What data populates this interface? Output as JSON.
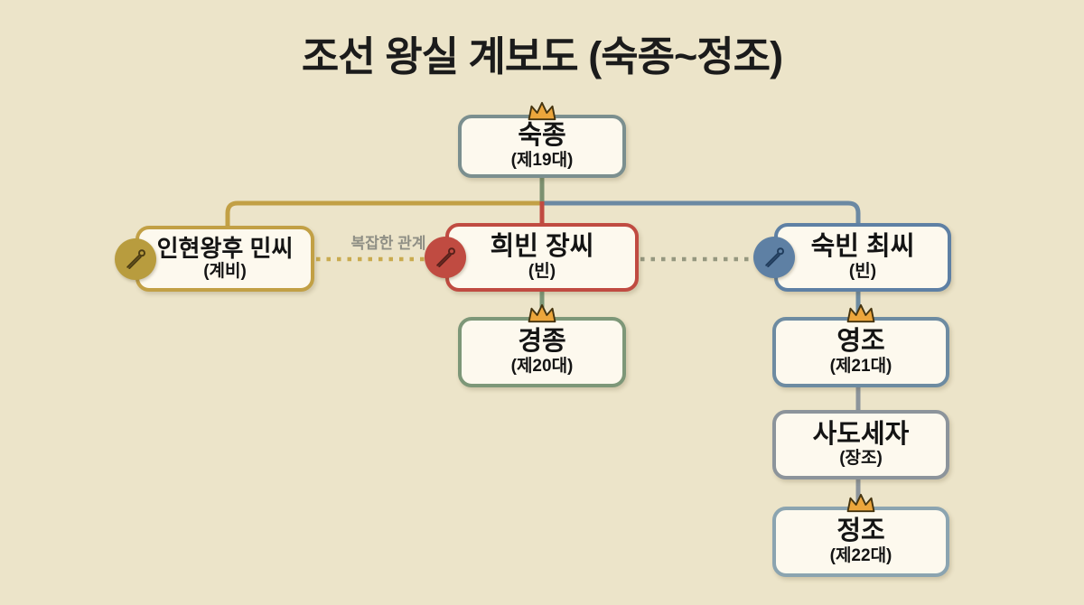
{
  "title": "조선 왕실 계보도 (숙종~정조)",
  "background_color": "#ece4c9",
  "box_fill_color": "#fdf9ee",
  "nodes": {
    "sukjong": {
      "name": "숙종",
      "subtitle": "(제19대)",
      "crown": true,
      "accent": "#7b8f8f"
    },
    "inhyeon": {
      "name": "인현왕후 민씨",
      "subtitle": "(계비)",
      "crown": false,
      "accent": "#c2a045",
      "icon": "hairpin-icon"
    },
    "huibin": {
      "name": "희빈 장씨",
      "subtitle": "(빈)",
      "crown": false,
      "accent": "#c04b41",
      "icon": "hairpin-icon"
    },
    "sukbin": {
      "name": "숙빈 최씨",
      "subtitle": "(빈)",
      "crown": false,
      "accent": "#5e80a4",
      "icon": "hairpin-icon"
    },
    "gyeongjong": {
      "name": "경종",
      "subtitle": "(제20대)",
      "crown": true,
      "accent": "#7d9778"
    },
    "yeongjo": {
      "name": "영조",
      "subtitle": "(제21대)",
      "crown": true,
      "accent": "#6d8ba1"
    },
    "sado": {
      "name": "사도세자",
      "subtitle": "(장조)",
      "crown": false,
      "accent": "#8c949b"
    },
    "jeongjo": {
      "name": "정조",
      "subtitle": "(제22대)",
      "crown": true,
      "accent": "#8ba4b0"
    }
  },
  "connections": [
    {
      "from": "숙종",
      "to": "인현왕후 민씨",
      "style": "solid",
      "color": "#c2a045"
    },
    {
      "from": "숙종",
      "to": "희빈 장씨",
      "style": "solid",
      "color": "#c04b41"
    },
    {
      "from": "숙종",
      "to": "숙빈 최씨",
      "style": "solid",
      "color": "#5e80a4"
    },
    {
      "from": "희빈 장씨",
      "to": "경종",
      "style": "solid",
      "color": "#7d9778"
    },
    {
      "from": "숙빈 최씨",
      "to": "영조",
      "style": "solid",
      "color": "#6d8ba1"
    },
    {
      "from": "영조",
      "to": "사도세자",
      "style": "solid",
      "color": "#8c949b"
    },
    {
      "from": "사도세자",
      "to": "정조",
      "style": "solid",
      "color": "#8c949b"
    },
    {
      "from": "인현왕후 민씨",
      "to": "희빈 장씨",
      "style": "dotted",
      "label": "복잡한 관계",
      "color": "#c9aa4e"
    },
    {
      "from": "희빈 장씨",
      "to": "숙빈 최씨",
      "style": "dotted",
      "color": "#95977f"
    }
  ],
  "icons": {
    "crown_color": "#eca63c",
    "crown_outline": "#45340f"
  }
}
